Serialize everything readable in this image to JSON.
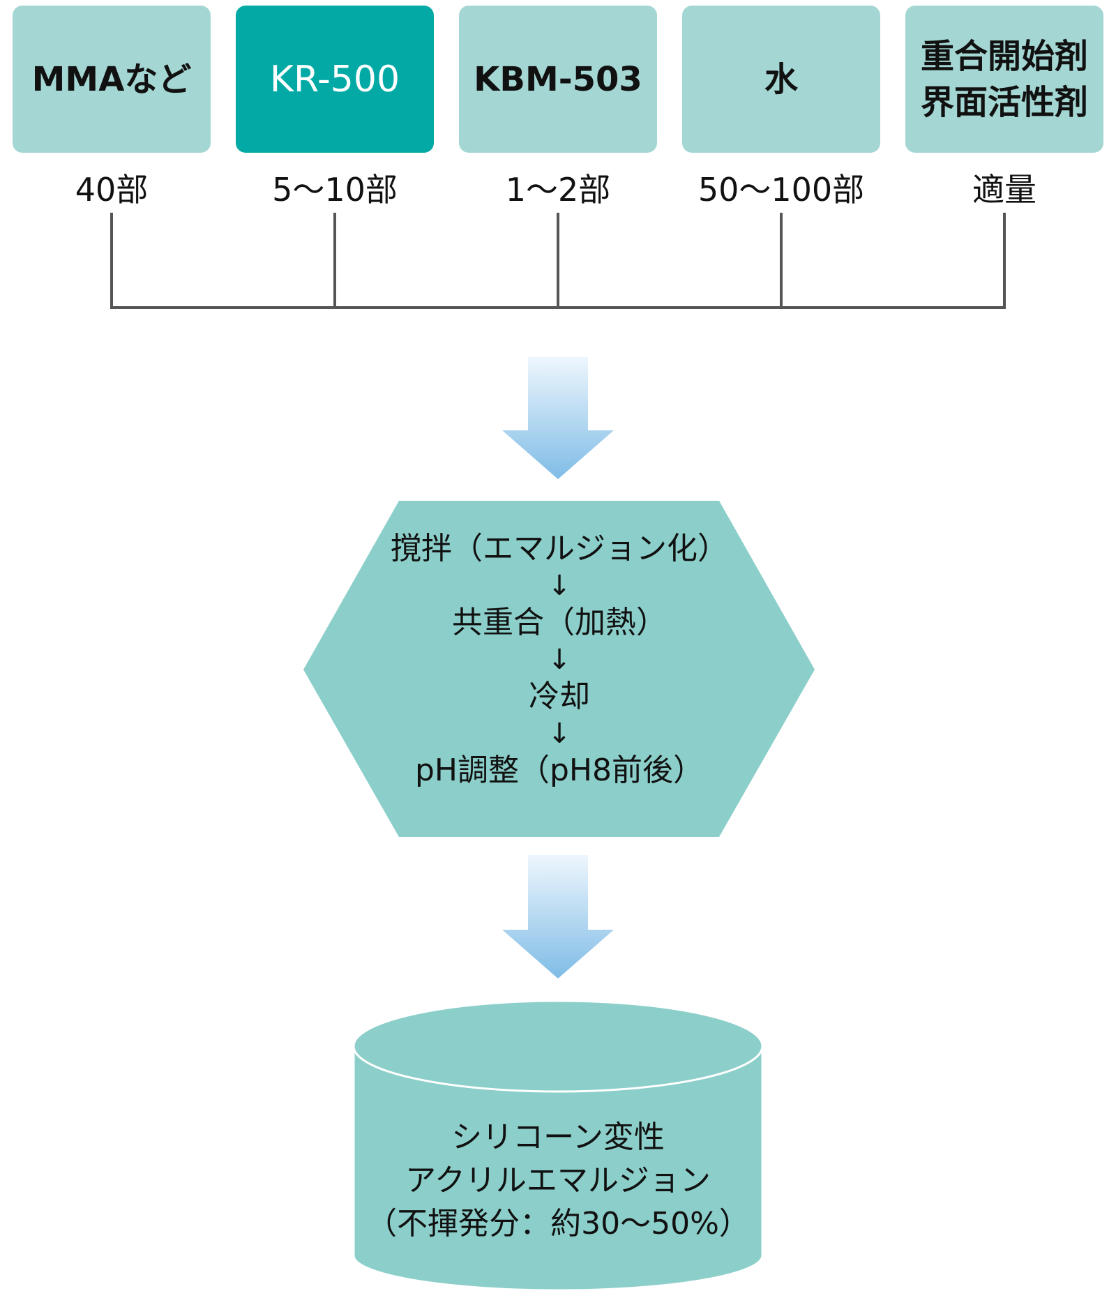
{
  "inputs": [
    {
      "label": "MMAなど",
      "amount": "40部"
    },
    {
      "label": "KR-500",
      "amount": "5～10部"
    },
    {
      "label": "KBM-503",
      "amount": "1～2部"
    },
    {
      "label": "水",
      "amount": "50～100部"
    },
    {
      "label": "重合開始剤\n界面活性剤",
      "amount": "適量"
    }
  ],
  "process": {
    "steps": [
      "撹拌（エマルジョン化）",
      "共重合（加熱）",
      "冷却",
      "pH調整（pH8前後）"
    ],
    "arrow": "↓"
  },
  "product": {
    "lines": [
      "シリコーン変性",
      "アクリルエマルジョン",
      "（不揮発分：約30～50%）"
    ]
  },
  "colors": {
    "box": "#a4d7d3",
    "highlight_box": "#03aaa5",
    "hexagon": "#8ccfca",
    "cylinder": "#8ccfca",
    "connector": "#555555",
    "arrow_top": "#eef6fd",
    "arrow_bottom": "#7fbce6"
  }
}
